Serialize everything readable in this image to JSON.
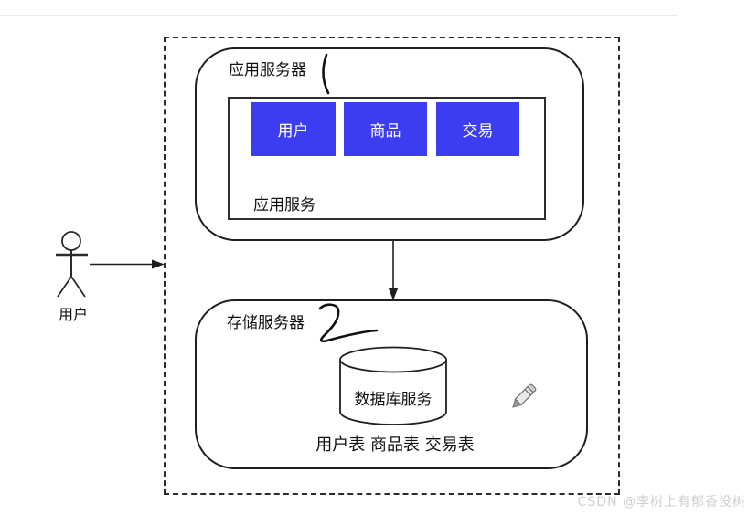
{
  "diagram": {
    "actor": {
      "label": "用户"
    },
    "app_server": {
      "title": "应用服务器",
      "services": [
        {
          "label": "用户"
        },
        {
          "label": "商品"
        },
        {
          "label": "交易"
        }
      ],
      "caption": "应用服务"
    },
    "storage_server": {
      "title": "存储服务器",
      "database_label": "数据库服务",
      "tables_label": "用户表 商品表 交易表"
    },
    "icons": {
      "pencil": "pencil-icon",
      "actor": "stick-figure-icon",
      "database": "database-cylinder-icon"
    },
    "colors": {
      "service_box": "#3c3cf0",
      "line": "#1f1f1f",
      "watermark": "#cfcfcf"
    }
  },
  "watermark": {
    "text": "CSDN @李树上有郁香没树"
  }
}
